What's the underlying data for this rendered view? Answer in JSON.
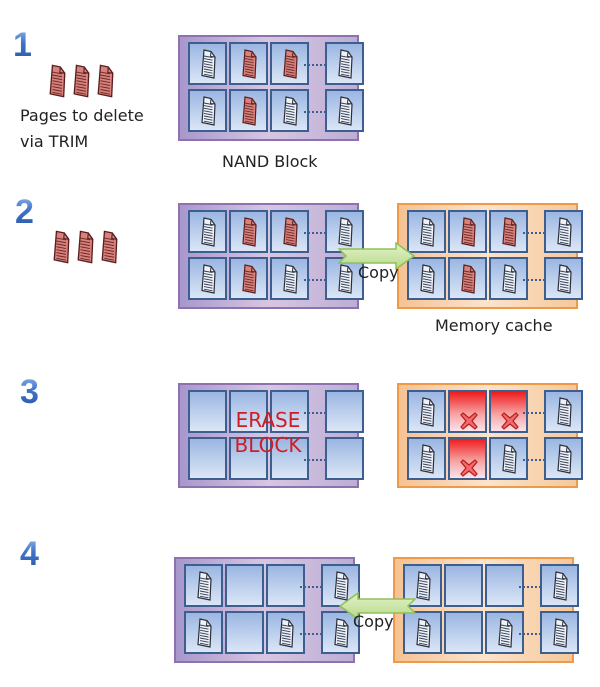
{
  "steps": [
    {
      "number": "1",
      "caption": [
        "Pages to delete",
        "via TRIM"
      ],
      "blocks": [
        {
          "kind": "nand",
          "label": "NAND Block",
          "cells": [
            [
              "page",
              "trim-page",
              "trim-page",
              "page"
            ],
            [
              "page",
              "trim-page",
              "page",
              "page"
            ]
          ]
        }
      ]
    },
    {
      "number": "2",
      "arrow": {
        "direction": "right",
        "label": "Copy"
      },
      "blocks": [
        {
          "kind": "nand",
          "label": "",
          "cells": [
            [
              "page",
              "trim-page",
              "trim-page",
              "page"
            ],
            [
              "page",
              "trim-page",
              "page",
              "page"
            ]
          ]
        },
        {
          "kind": "cache",
          "label": "Memory cache",
          "cells": [
            [
              "page",
              "trim-page",
              "trim-page",
              "page"
            ],
            [
              "page",
              "trim-page",
              "page",
              "page"
            ]
          ]
        }
      ]
    },
    {
      "number": "3",
      "erase_text": [
        "ERASE",
        "BLOCK"
      ],
      "blocks": [
        {
          "kind": "nand",
          "label": "",
          "cells": [
            [
              "empty",
              "empty",
              "empty",
              "empty"
            ],
            [
              "empty",
              "empty",
              "empty",
              "empty"
            ]
          ]
        },
        {
          "kind": "cache",
          "label": "",
          "cells": [
            [
              "page",
              "deleted",
              "deleted",
              "page"
            ],
            [
              "page",
              "deleted",
              "page",
              "page"
            ]
          ]
        }
      ]
    },
    {
      "number": "4",
      "arrow": {
        "direction": "left",
        "label": "Copy"
      },
      "blocks": [
        {
          "kind": "nand",
          "label": "",
          "cells": [
            [
              "page",
              "empty",
              "empty",
              "page"
            ],
            [
              "page",
              "empty",
              "page",
              "page"
            ]
          ]
        },
        {
          "kind": "cache",
          "label": "",
          "cells": [
            [
              "page",
              "empty",
              "empty",
              "page"
            ],
            [
              "page",
              "empty",
              "page",
              "page"
            ]
          ]
        }
      ]
    }
  ],
  "colors": {
    "step_number": "#3f73c8",
    "nand_border": "#8e72b0",
    "cache_border": "#f09a48",
    "cell_border": "#3c5f90",
    "trim_page": "#d9827c",
    "erase_text": "#d01c24",
    "arrow_fill": "#c9e3a0"
  }
}
